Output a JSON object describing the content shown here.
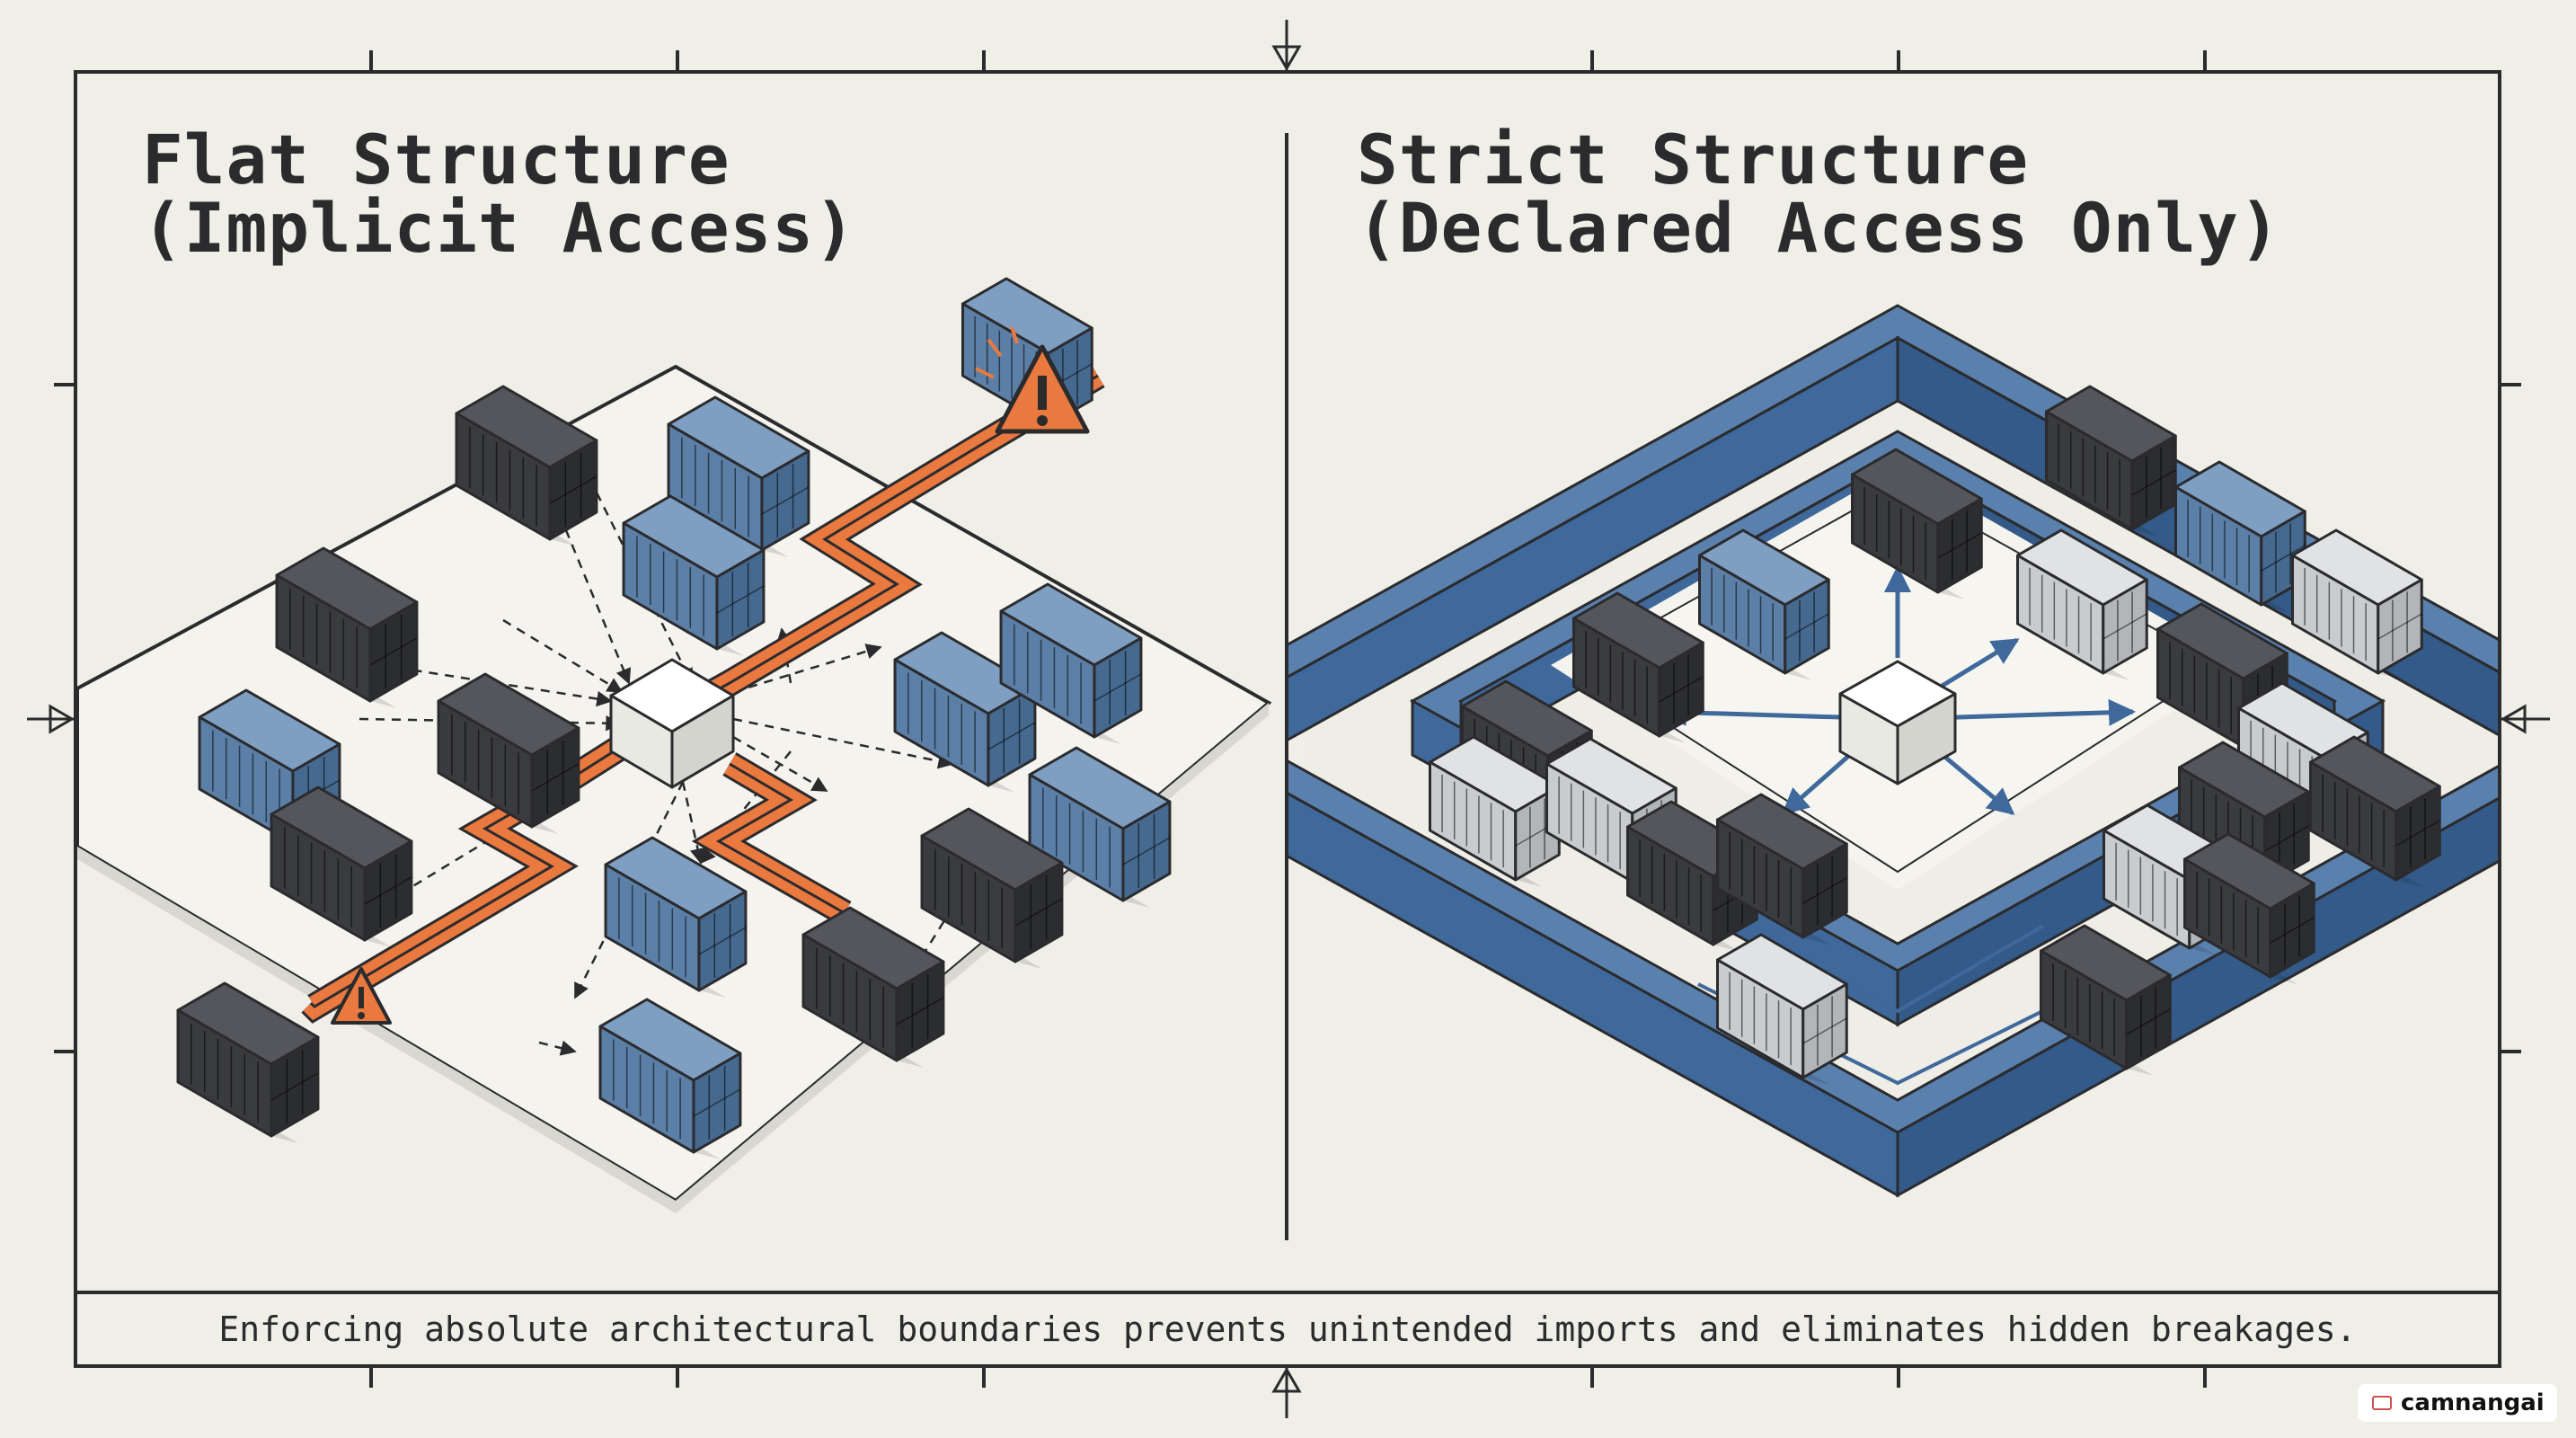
{
  "left_panel": {
    "title_line1": "Flat Structure",
    "title_line2": "(Implicit Access)"
  },
  "right_panel": {
    "title_line1": "Strict Structure",
    "title_line2": "(Declared Access Only)"
  },
  "caption": "Enforcing absolute architectural boundaries prevents unintended imports and eliminates hidden breakages.",
  "watermark": "camnangai",
  "colors": {
    "background": "#efeee7",
    "ink": "#2b2b2e",
    "blue_container": "#5b7fa6",
    "dark_container": "#3a3b3f",
    "gray_container": "#c9ccce",
    "wall_blue": "#3f689b",
    "orange_path": "#e9793f"
  },
  "icons": [
    "warning-icon",
    "container-icon",
    "module-cube-icon",
    "arrow-icon"
  ]
}
